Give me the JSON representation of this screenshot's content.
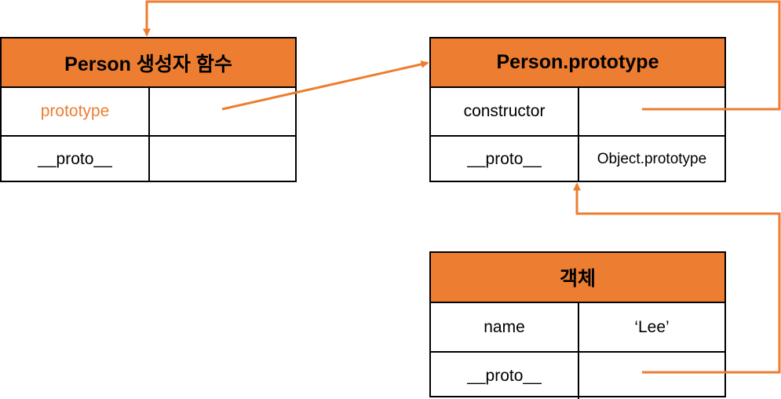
{
  "boxes": {
    "constructor": {
      "title": "Person 생성자 함수",
      "rows": [
        {
          "key": "prototype",
          "value": ""
        },
        {
          "key": "__proto__",
          "value": ""
        }
      ]
    },
    "prototype": {
      "title": "Person.prototype",
      "rows": [
        {
          "key": "constructor",
          "value": ""
        },
        {
          "key": "__proto__",
          "value": "Object.prototype"
        }
      ]
    },
    "object": {
      "title": "객체",
      "rows": [
        {
          "key": "name",
          "value": "‘Lee’"
        },
        {
          "key": "__proto__",
          "value": ""
        }
      ]
    }
  },
  "colors": {
    "accent": "#ed7d31",
    "border": "#000000",
    "background": "#ffffff"
  }
}
